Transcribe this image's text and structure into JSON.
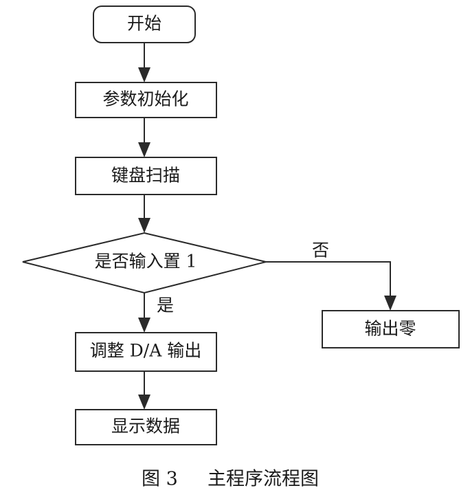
{
  "diagram": {
    "nodes": {
      "start": "开始",
      "init": "参数初始化",
      "scan": "键盘扫描",
      "decision": "是否输入置 1",
      "adjust": "调整 D/A 输出",
      "display": "显示数据",
      "zero": "输出零"
    },
    "edge_labels": {
      "yes": "是",
      "no": "否"
    }
  },
  "caption": {
    "figure_number": "图 3",
    "title": "主程序流程图"
  }
}
